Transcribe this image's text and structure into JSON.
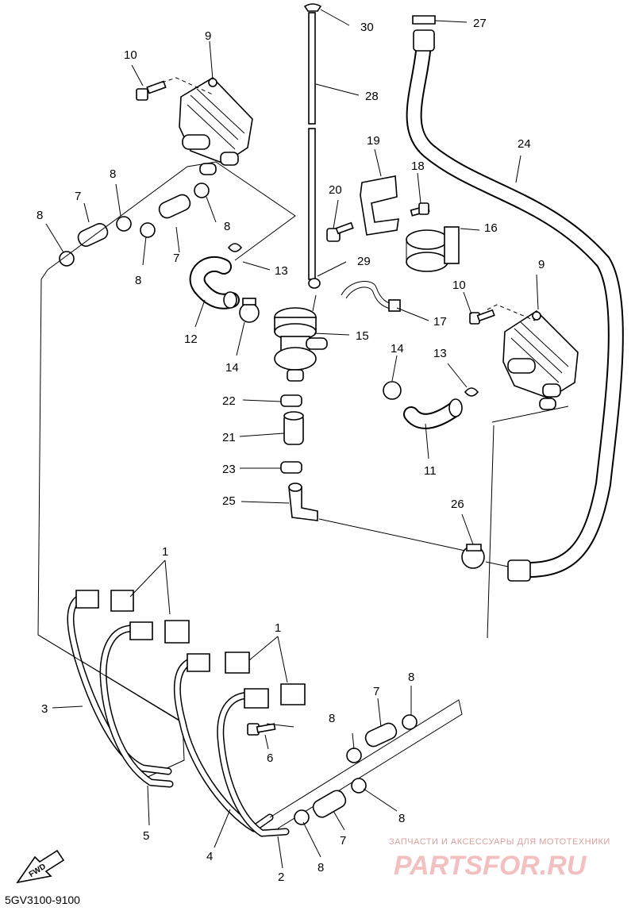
{
  "diagram_code": "5GV3100-9100",
  "fwd_label": "FWD",
  "watermark": {
    "tagline": "ЗАПЧАСТИ И АКСЕССУАРЫ ДЛЯ МОТОТЕХНИКИ",
    "logo_text": "PARTSFOR.RU"
  },
  "callouts": {
    "c30": "30",
    "c27": "27",
    "c9a": "9",
    "c10a": "10",
    "c28": "28",
    "c24": "24",
    "c19": "19",
    "c18": "18",
    "c20": "20",
    "c8a": "8",
    "c7a": "7",
    "c8b": "8",
    "c8c": "8",
    "c16": "16",
    "c7b": "7",
    "c8d": "8",
    "c13a": "13",
    "c29": "29",
    "c9b": "9",
    "c10b": "10",
    "c17": "17",
    "c12": "12",
    "c15": "15",
    "c14a": "14",
    "c14b": "14",
    "c13b": "13",
    "c22": "22",
    "c21": "21",
    "c11": "11",
    "c23": "23",
    "c25": "25",
    "c26": "26",
    "c1a": "1",
    "c1b": "1",
    "c3": "3",
    "c8e": "8",
    "c7c": "7",
    "c8f": "8",
    "c6": "6",
    "c5": "5",
    "c8g": "8",
    "c4": "4",
    "c7d": "7",
    "c8h": "8",
    "c2": "2"
  },
  "colors": {
    "line": "#000000",
    "watermark": "#f2c0c0"
  }
}
